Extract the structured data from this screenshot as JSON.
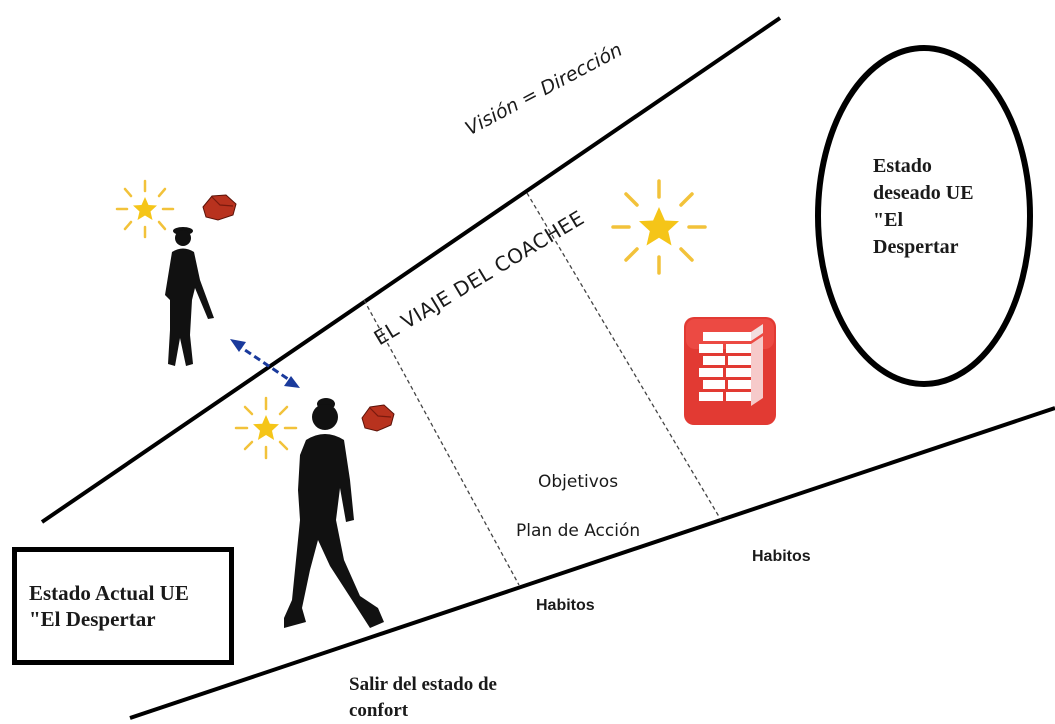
{
  "labels": {
    "vision": "Visión = Dirección",
    "journey": "EL VIAJE DEL COACHEE",
    "desired_state": "Estado\ndeseado UE\n\"El\nDespertar",
    "current_state": "Estado Actual UE\n\"El Despertar",
    "objectives": "Objetivos",
    "action_plan": "Plan de Acción",
    "habits_left": "Habitos",
    "habits_right": "Habitos",
    "comfort_zone": "Salir del estado de\nconfort"
  },
  "icons": [
    "sparkle-star-icon",
    "rock-icon",
    "walking-person-icon",
    "brick-wall-icon",
    "double-arrow-icon"
  ],
  "colors": {
    "line": "#000000",
    "star": "#f5c518",
    "star_rays": "#f2c23a",
    "rock": "#b8321e",
    "wall_bg": "#e23a33",
    "wall_brick": "#ffffff",
    "arrow": "#1a3a9c"
  }
}
